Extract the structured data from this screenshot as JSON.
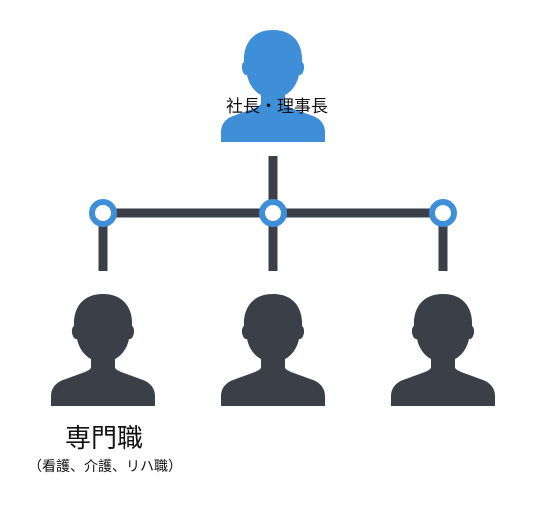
{
  "diagram": {
    "top": {
      "label": "社長・理事長",
      "color": "#3f8fd8"
    },
    "bottom": {
      "title": "専門職",
      "subtitle": "（看護、介護、リハ職）",
      "color": "#3b3f48"
    },
    "connector": {
      "line_color": "#3b3f48",
      "node_color": "#3f8fd8"
    },
    "children_count": 3
  }
}
